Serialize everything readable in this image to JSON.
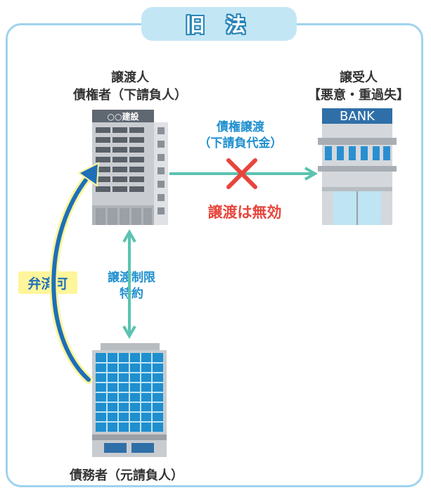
{
  "title": "旧 法",
  "assignor": {
    "line1": "譲渡人",
    "line2": "債権者（下請負人）"
  },
  "assignee": {
    "line1": "譲受人",
    "line2": "【悪意・重過失】"
  },
  "debtor": {
    "label": "債務者（元請負人）"
  },
  "transfer": {
    "line1": "債権譲渡",
    "line2": "（下請負代金）"
  },
  "invalid": {
    "label": "譲渡は無効"
  },
  "restriction": {
    "line1": "譲渡制限",
    "line2": "特約"
  },
  "setoff": {
    "label": "弁済可"
  },
  "building": {
    "sign": "○○建設"
  },
  "bank": {
    "sign": "BANK"
  },
  "colors": {
    "frame": "#9fd3ee",
    "teal": "#5bc3b0",
    "red": "#e8453c",
    "blue": "#1e6fb8",
    "highlight": "#fff59a"
  }
}
